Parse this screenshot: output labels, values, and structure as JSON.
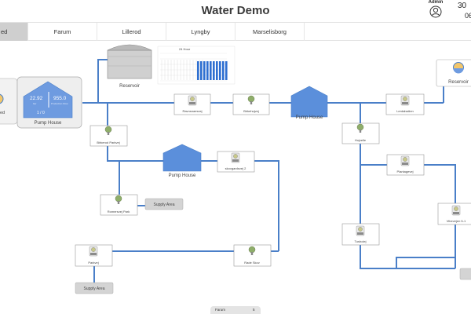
{
  "app": {
    "title": "Water Demo"
  },
  "user": {
    "name": "Admin"
  },
  "date": {
    "day": "30",
    "sub": "06"
  },
  "tabs": [
    {
      "label": "ed"
    },
    {
      "label": "Farum"
    },
    {
      "label": "Lillerod"
    },
    {
      "label": "Lyngby"
    },
    {
      "label": "Marselisborg"
    }
  ],
  "pump_house_main": {
    "label": "Pump House",
    "left_value": "22.92",
    "right_value": "955.0",
    "left_unit": "bar",
    "right_unit": "Production Flow",
    "status": "1 / 0"
  },
  "left_edge_label": "ed",
  "reservoir": {
    "label": "Reservoir"
  },
  "reservoir_right": {
    "label": "Reservoir"
  },
  "mini_chart": {
    "title": "24 Hour"
  },
  "stations": {
    "ravnsnaesvej": "Ravnsnaesvej",
    "birkehojvej": "Birkehojvej",
    "lerdalsstien": "Lerdalsstien",
    "birkerod_parkvej": "Birkerod Parkvej",
    "skovgardsvej": "skovgardsvej 2",
    "romersvej_park": "Romersvej Park",
    "parkvej": "Parkvej",
    "rade_skov": "Rade Skov",
    "hojvelle": "Hojvelle",
    "plantagevej": "Plantagevej",
    "vibevejen": "Vibevejen 5-1",
    "tusholej": "Tusholej"
  },
  "pump_house_mid": {
    "label": "Pump House"
  },
  "pump_house_lower": {
    "label": "Pump House"
  },
  "supply_area_1": {
    "label": "Supply Area"
  },
  "supply_area_2": {
    "label": "Supply Area"
  },
  "bottom_tab": {
    "label": "Farum",
    "count": "5"
  },
  "colors": {
    "pipe": "#4a7fc8",
    "house": "#4a7fc8",
    "accent_bar": "#2e6fd1",
    "tab_active": "#cfcfcf"
  }
}
